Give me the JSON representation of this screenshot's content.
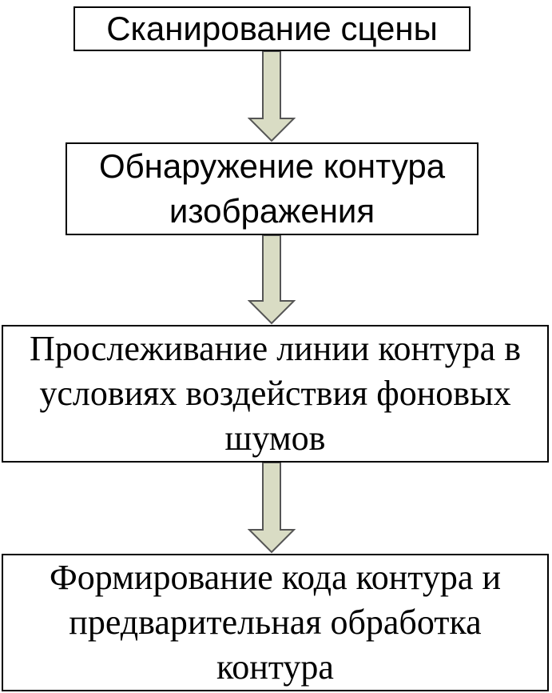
{
  "steps": [
    {
      "text": "Сканирование сцены"
    },
    {
      "text": "Обнаружение контура\nизображения"
    },
    {
      "text": "Прослеживание линии контура в\nусловиях воздействия фоновых\nшумов"
    },
    {
      "text": "Формирование кода контура и\nпредварительная обработка\nконтура"
    }
  ],
  "colors": {
    "arrow_fill": "#d9dcc4",
    "arrow_stroke": "#555555",
    "box_border": "#000000"
  }
}
